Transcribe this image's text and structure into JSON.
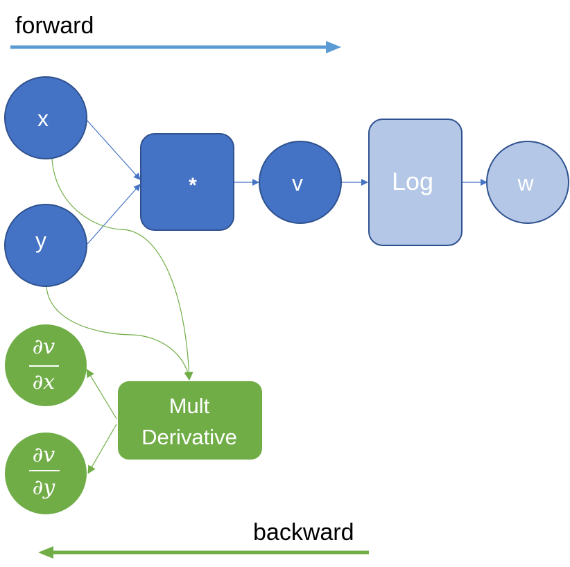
{
  "directions": {
    "forward_label": "forward",
    "backward_label": "backward"
  },
  "nodes": {
    "x": "x",
    "y": "y",
    "mult_op": "*",
    "v": "v",
    "log_op": "Log",
    "w": "w",
    "dvdx_num": "∂v",
    "dvdx_den": "∂x",
    "dvdy_num": "∂v",
    "dvdy_den": "∂y",
    "mult_derivative_line1": "Mult",
    "mult_derivative_line2": "Derivative"
  },
  "colors": {
    "forward_blue": "#5b9bd5",
    "node_blue": "#4472c4",
    "node_border": "#2f528f",
    "node_light_blue": "#b4c7e7",
    "backward_green": "#70ad47",
    "text_white": "#ffffff",
    "text_black": "#000000"
  }
}
